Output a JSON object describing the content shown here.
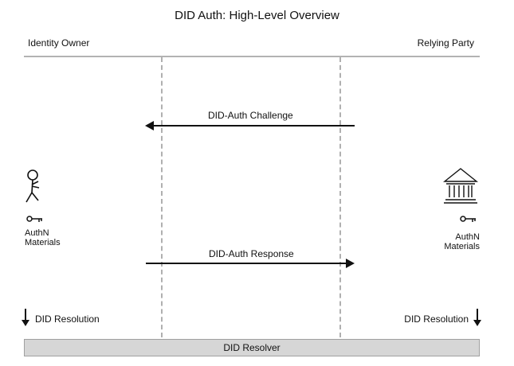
{
  "title": "DID Auth: High-Level Overview",
  "parties": {
    "left": "Identity Owner",
    "right": "Relying Party"
  },
  "messages": {
    "challenge": "DID-Auth Challenge",
    "response": "DID-Auth Response"
  },
  "materials": {
    "left": {
      "line1": "AuthN",
      "line2": "Materials"
    },
    "right": {
      "line1": "AuthN",
      "line2": "Materials"
    }
  },
  "resolution": {
    "left": "DID Resolution",
    "right": "DID Resolution"
  },
  "resolver": "DID Resolver",
  "icons": {
    "identity_owner": "stick-figure-icon",
    "relying_party": "bank-building-icon",
    "key": "key-icon"
  }
}
